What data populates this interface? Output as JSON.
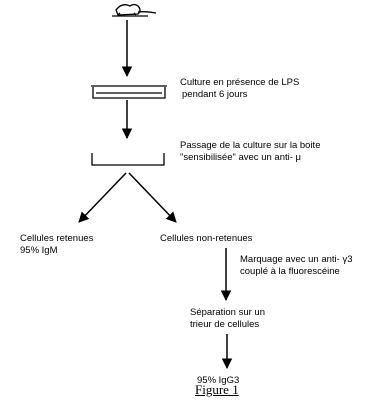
{
  "steps": {
    "culture": {
      "line1": "Culture en présence de LPS",
      "line2": "pendant 6 jours"
    },
    "passage": {
      "line1": "Passage de la culture sur la boite",
      "line2": "\"sensibilisée\" avec un anti- μ"
    },
    "retained": {
      "line1": "Cellules retenues",
      "line2": "95% IgM"
    },
    "non_retained": {
      "line1": "Cellules non-retenues"
    },
    "labeling": {
      "line1": "Marquage avec un anti- γ3",
      "line2": "couplé à la fluorescéine"
    },
    "sorting": {
      "line1": "Séparation sur un",
      "line2": "trieur de cellules"
    },
    "result": {
      "line1": "95% IgG3"
    }
  },
  "caption": "Figure 1",
  "icons": {
    "source": "mouse-icon",
    "dish": "petri-dish-icon",
    "plate": "coated-plate-icon"
  }
}
